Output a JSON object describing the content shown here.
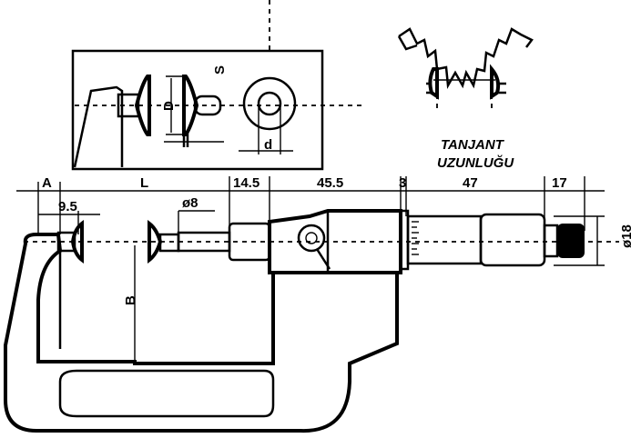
{
  "labels": {
    "A": "A",
    "L": "L",
    "B": "B",
    "D": "D",
    "S": "S",
    "d": "d",
    "phi_8": "ø8",
    "phi_18": "ø18",
    "dim_9_5": "9.5",
    "dim_14_5": "14.5",
    "dim_45_5": "45.5",
    "dim_3": "3",
    "dim_47": "47",
    "dim_17": "17"
  },
  "caption": {
    "line1": "TANJANT",
    "line2": "UZUNLUĞU"
  }
}
